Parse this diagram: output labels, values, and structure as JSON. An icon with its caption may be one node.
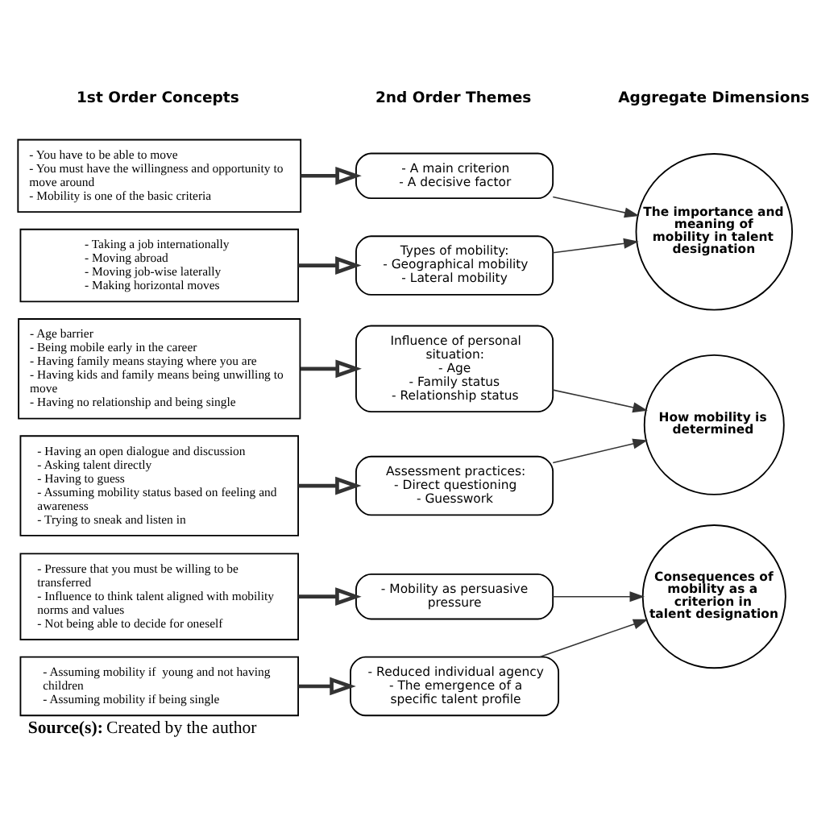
{
  "diagram": {
    "caption": "**Source(s):** Created by the author",
    "nodes": [
      {
        "text": [
          "- You have to be able to move",
          "- You must have the willingness and opportunity to move around",
          "- Mobility is one of the basic criteria"
        ]
      },
      {
        "text": [
          "- A main criterion",
          "- A decisive factor"
        ]
      },
      {
        "text": [
          "The importance and meaning of mobility in talent designation"
        ]
      },
      {
        "text": [
          "- Taking a job internationally",
          "- Moving abroad",
          "- Moving job-wise laterally",
          "- Making horizontal moves"
        ]
      },
      {
        "text": [
          "Types of mobility:",
          "- Geographical mobility",
          "- Lateral mobility"
        ]
      },
      {
        "text": [
          "- Age barrier",
          "- Being mobile early in the career",
          "- Having family means staying where you are",
          "- Having kids and family means being unwilling to move",
          "- Having no relationship and being single"
        ]
      },
      {
        "text": [
          "Influence of personal situation:",
          "- Age",
          "- Family status",
          "- Relationship status"
        ]
      },
      {
        "text": [
          "How mobility is determined"
        ]
      },
      {
        "text": [
          "- Having an open dialogue and discussion",
          "- Asking talent directly",
          "- Having to guess",
          "- Assuming mobility status based on feeling and awareness",
          "- Trying to sneak and listen in"
        ]
      },
      {
        "text": [
          "Assessment practices:",
          "- Direct questioning",
          "- Guesswork"
        ]
      },
      {
        "text": [
          "- Pressure that you must be willing to be transferred",
          "- Influence to think talent aligned with mobility norms and values",
          "- Not being able to decide for oneself"
        ]
      },
      {
        "text": [
          "- Mobility as persuasive pressure"
        ]
      },
      {
        "text": [
          "Consequences of mobility as a criterion in talent designation"
        ]
      },
      {
        "text": [
          "- Assuming mobility if  young and not having children",
          "- Assuming mobility if being single"
        ]
      },
      {
        "text": [
          "- Reduced individual agency",
          "- The emergence of a specific talent profile"
        ]
      }
    ],
    "edges": [
      {
        "from": 0,
        "to": 1,
        "arrow": "to",
        "style": "thick"
      },
      {
        "from": 1,
        "to": 2,
        "arrow": "to"
      },
      {
        "from": 3,
        "to": 4,
        "arrow": "to",
        "style": "thick"
      },
      {
        "from": 4,
        "to": 2,
        "arrow": "to"
      },
      {
        "from": 5,
        "to": 6,
        "arrow": "to",
        "style": "thick"
      },
      {
        "from": 6,
        "to": 7,
        "arrow": "to"
      },
      {
        "from": 8,
        "to": 9,
        "arrow": "to",
        "style": "thick"
      },
      {
        "from": 9,
        "to": 7,
        "arrow": "to"
      },
      {
        "from": 10,
        "to": 11,
        "arrow": "to",
        "style": "thick"
      },
      {
        "from": 11,
        "to": 12,
        "arrow": "to"
      },
      {
        "from": 13,
        "to": 14,
        "arrow": "to",
        "style": "thick"
      },
      {
        "from": 14,
        "to": 12,
        "arrow": "to"
      }
    ],
    "labels": [
      "1st Order Concepts",
      "2nd Order Themes",
      "Aggregate Dimensions"
    ]
  }
}
